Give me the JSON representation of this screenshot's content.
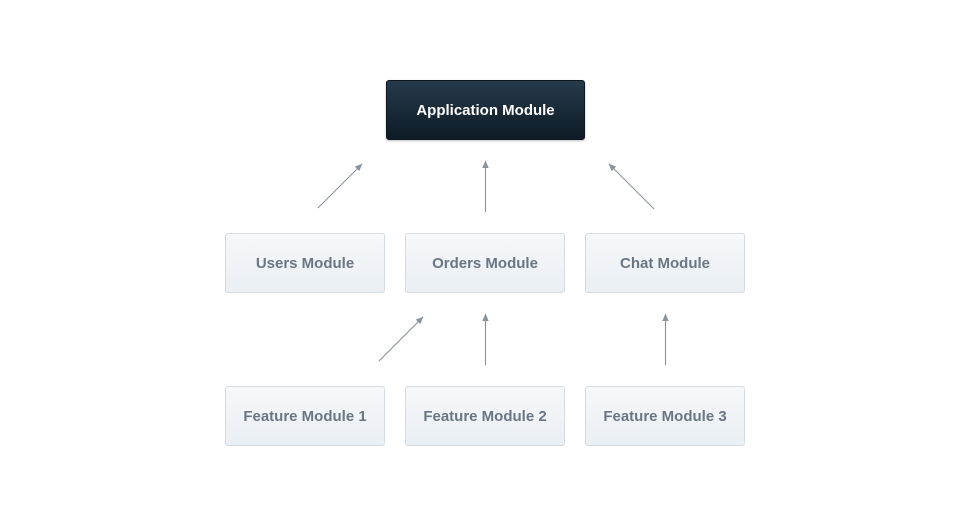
{
  "nodes": {
    "app": "Application Module",
    "users": "Users Module",
    "orders": "Orders Module",
    "chat": "Chat Module",
    "feature1": "Feature Module 1",
    "feature2": "Feature Module 2",
    "feature3": "Feature Module 3"
  },
  "edges": [
    {
      "from": "users",
      "to": "app"
    },
    {
      "from": "orders",
      "to": "app"
    },
    {
      "from": "chat",
      "to": "app"
    },
    {
      "from": "feature1",
      "to": "orders"
    },
    {
      "from": "feature2",
      "to": "orders"
    },
    {
      "from": "feature3",
      "to": "chat"
    }
  ],
  "colors": {
    "root_bg": "#15232f",
    "child_bg": "#eef2f6",
    "child_text": "#6a7683",
    "arrow": "#8a939c"
  }
}
